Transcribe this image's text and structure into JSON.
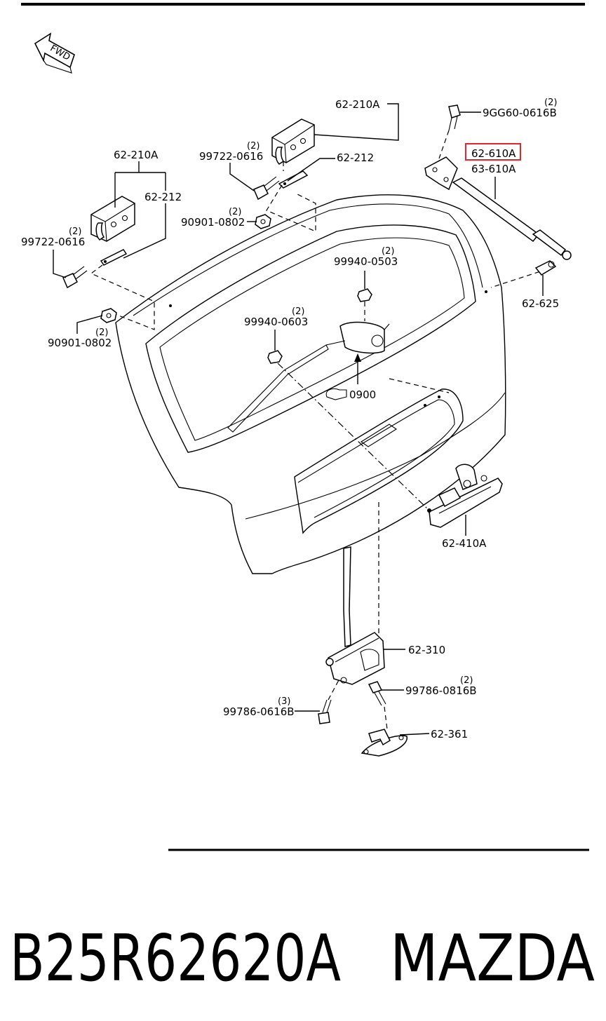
{
  "fwd_arrow": {
    "label": "FWD"
  },
  "callouts": {
    "hinge_right": "62-210A",
    "hinge_right_sub": "62-212",
    "hinge_left": "62-210A",
    "hinge_left_sub": "62-212",
    "bolt_right": {
      "part": "99722-0616",
      "qty": "(2)"
    },
    "bolt_left": {
      "part": "99722-0616",
      "qty": "(2)"
    },
    "nut_right": {
      "part": "90901-0802",
      "qty": "(2)"
    },
    "nut_left": {
      "part": "90901-0802",
      "qty": "(2)"
    },
    "strut_bolt": {
      "part": "9GG60-0616B",
      "qty": "(2)"
    },
    "strut_highlighted": "62-610A",
    "strut_other": "63-610A",
    "ball_stud": "62-625",
    "nut_upper": {
      "part": "99940-0503",
      "qty": "(2)"
    },
    "nut_lower": {
      "part": "99940-0603",
      "qty": "(2)"
    },
    "ref_group": "0900",
    "handle": "62-410A",
    "latch": "62-310",
    "latch_bolt": {
      "part": "99786-0816B",
      "qty": "(2)"
    },
    "striker_bolt": {
      "part": "99786-0616B",
      "qty": "(3)"
    },
    "striker": "62-361"
  },
  "footer": {
    "part_number": "B25R62620A",
    "brand": "MAZDA"
  }
}
